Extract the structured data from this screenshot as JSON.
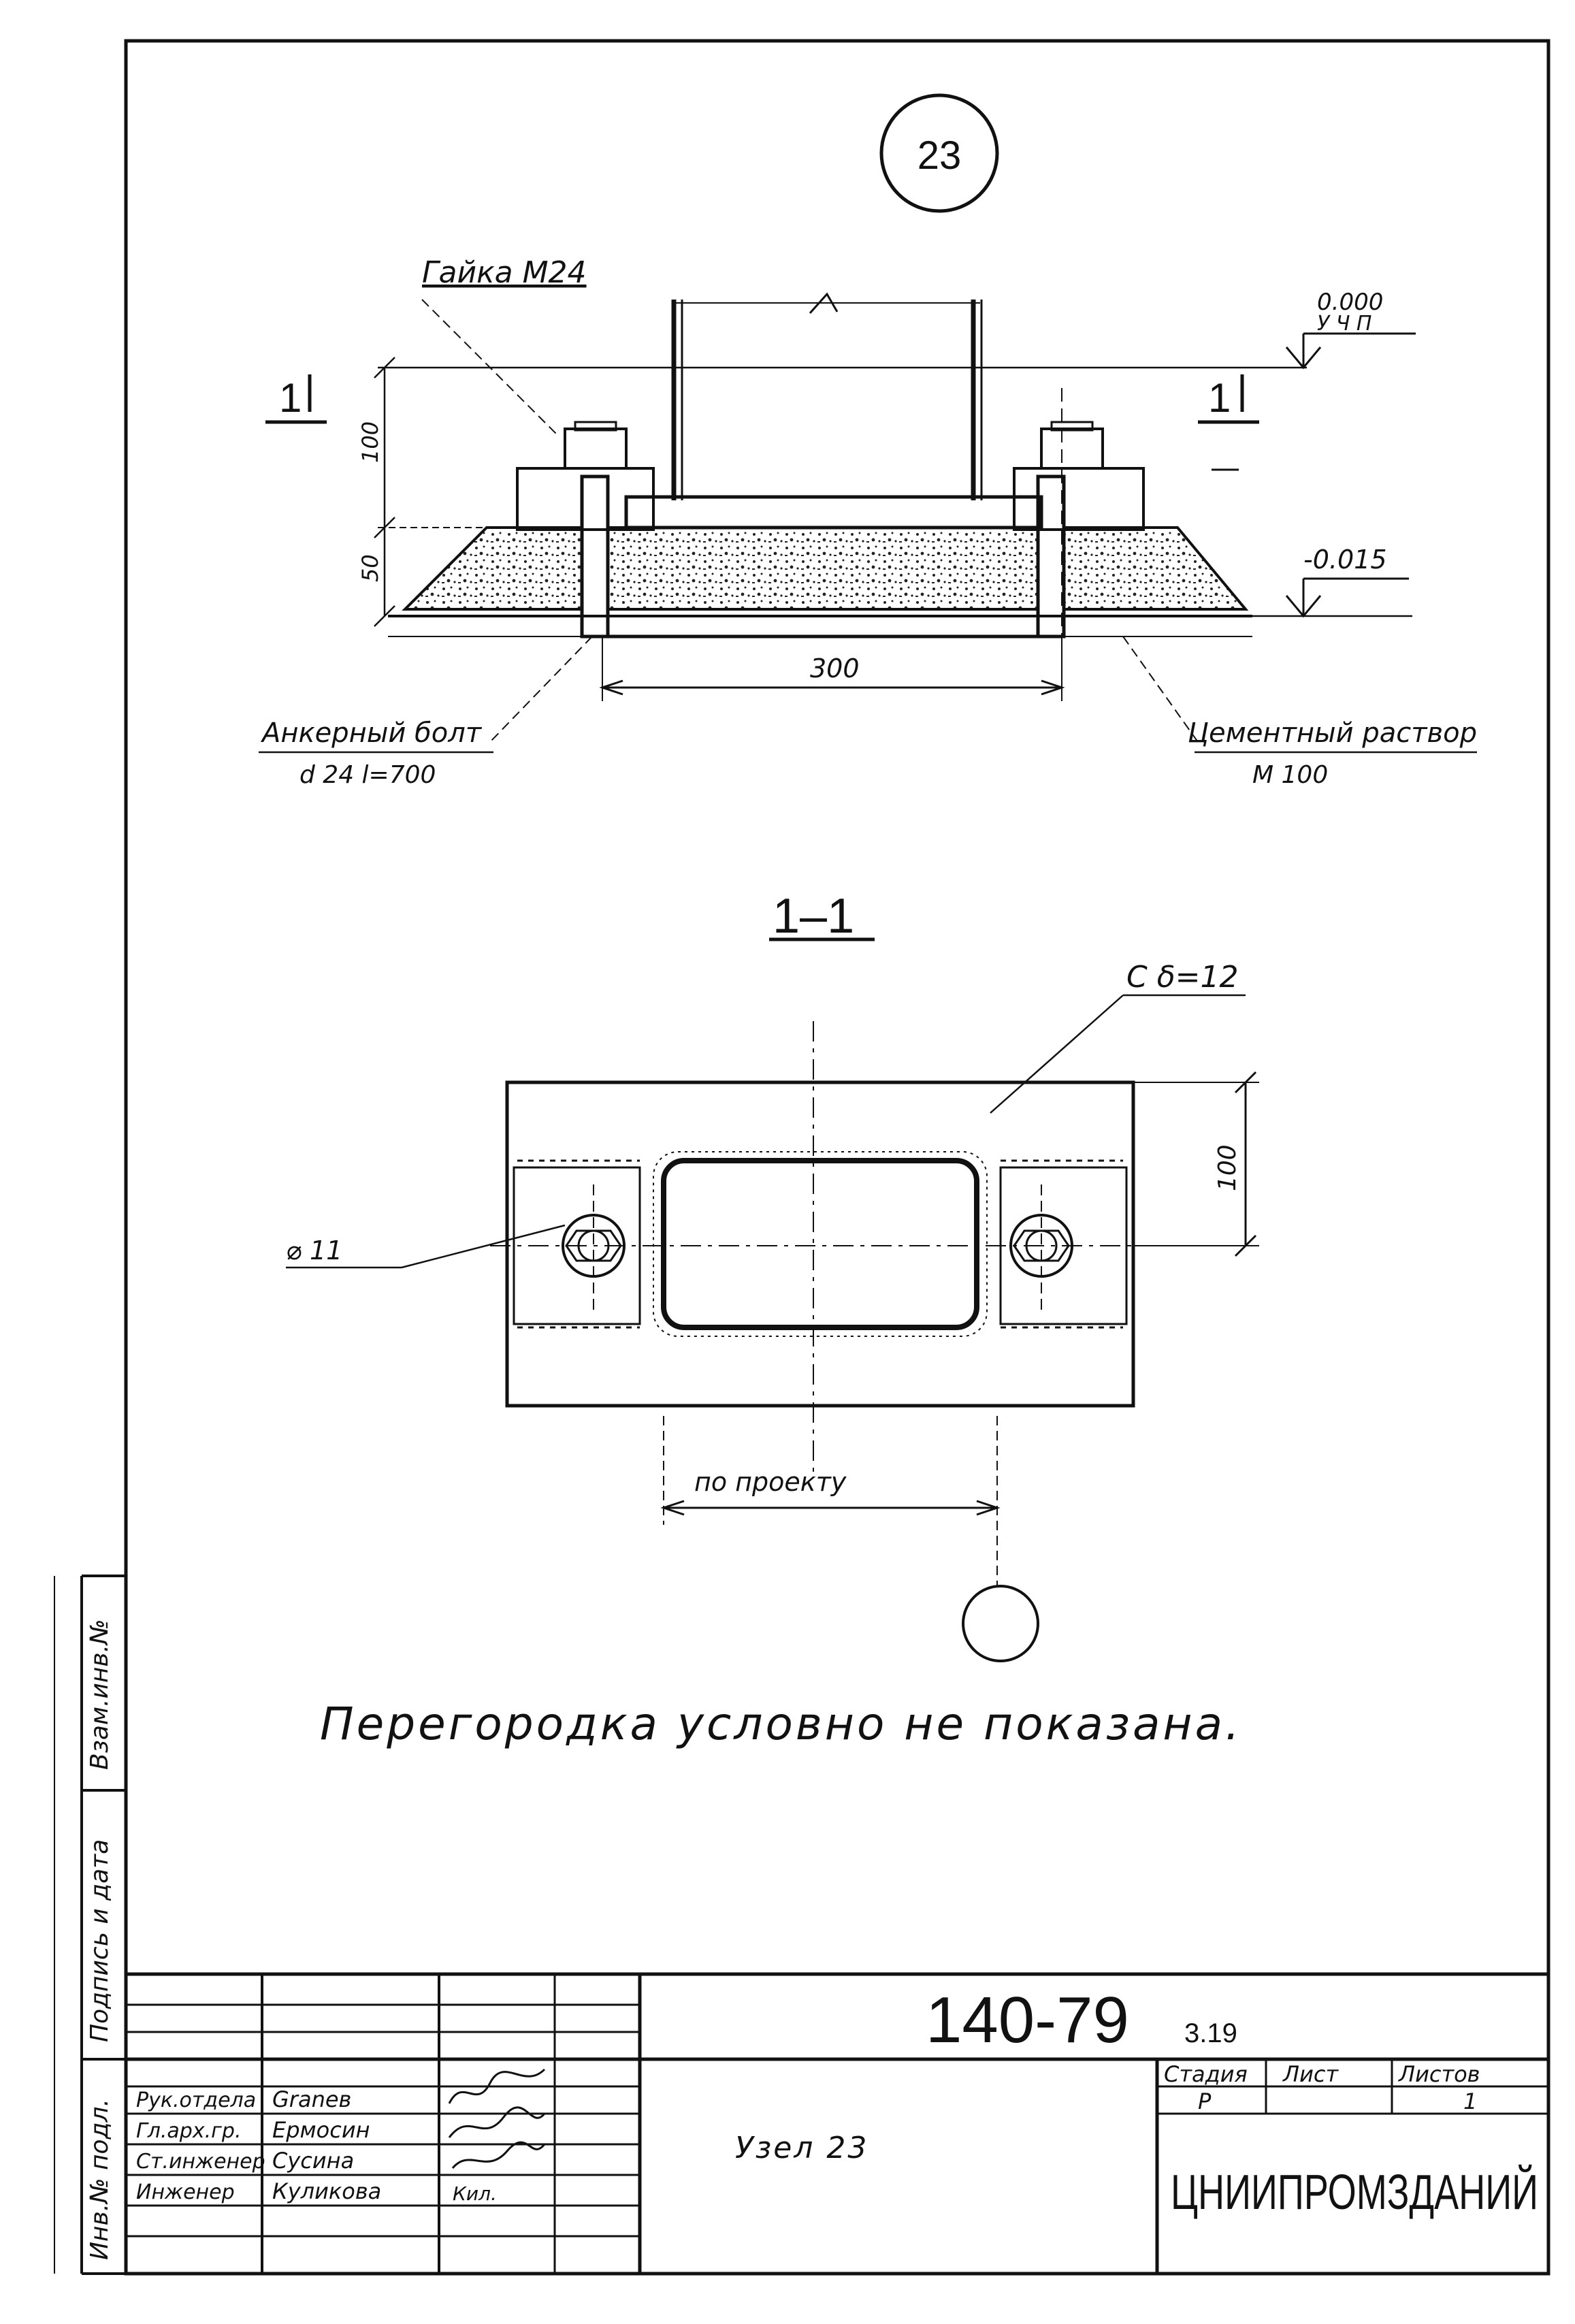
{
  "drawing": {
    "node_mark": "23",
    "nut_label": "Гайка М24",
    "section_mark": "1",
    "level_top": "0.000",
    "level_top_sub": "У Ч П",
    "level_bottom": "-0.015",
    "dim_height_top": "100",
    "dim_height_bottom": "50",
    "dim_bolt_spacing": "300",
    "anchor_bolt_line1": "Анкерный болт",
    "anchor_bolt_line2": "d 24 l=700",
    "mortar_line1": "Цементный раствор",
    "mortar_line2": "М 100",
    "section_title": "1–1",
    "plate_label": "С δ=12",
    "dim_plate_width": "100",
    "hole_label": "⌀ 11",
    "dim_per_project": "по проекту",
    "note": "Перегородка условно не показана."
  },
  "stamp": {
    "code": "140-79",
    "code_suffix": "3.19",
    "title": "Узел 23",
    "head_stage": "Стадия",
    "head_sheet": "Лист",
    "head_sheets": "Листов",
    "stage_value": "Р",
    "sheets_value": "1",
    "organization": "ЦНИИПРОМЗДАНИЙ",
    "roles": [
      "Рук.отдела",
      "Гл.арх.гр.",
      "Ст.инженер",
      "Инженер"
    ],
    "names": [
      "Granев",
      "Ермосин",
      "Сусина",
      "Куликова"
    ],
    "signature_4": "Кил."
  },
  "side_stamp": {
    "col1": "Взам.инв.№",
    "col2": "Подпись и дата",
    "col3": "Инв.№ подл."
  }
}
